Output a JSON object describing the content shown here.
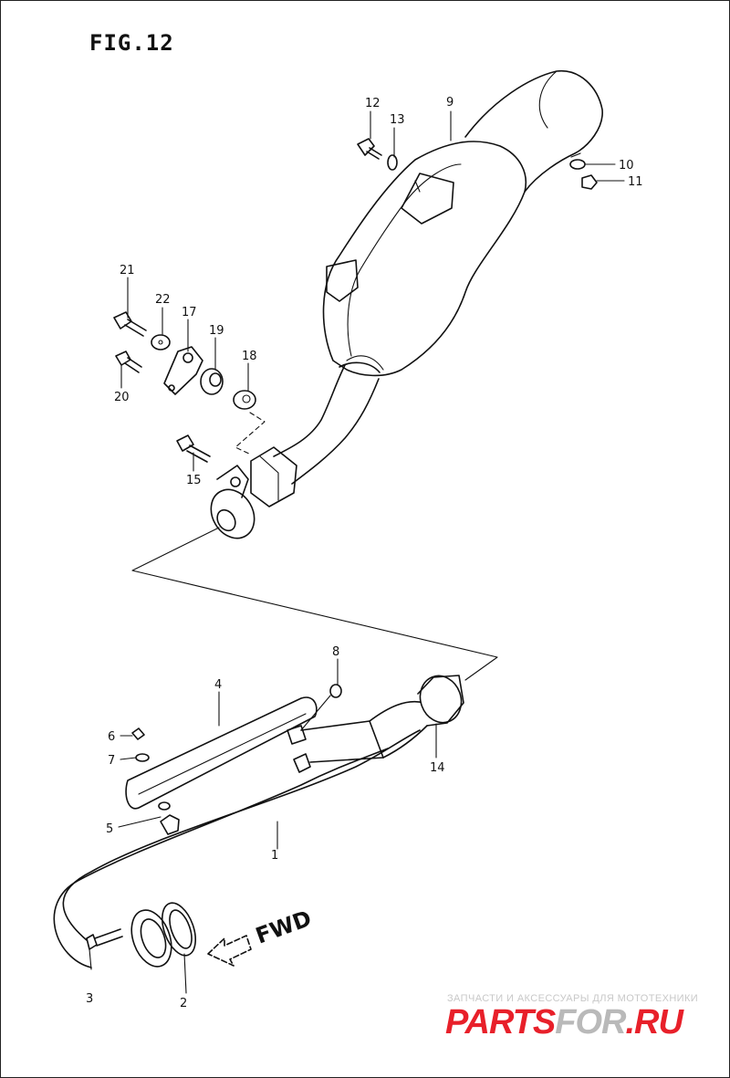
{
  "figure": {
    "title": "FIG.12"
  },
  "parts": {
    "p1": "1",
    "p2": "2",
    "p3": "3",
    "p4": "4",
    "p5": "5",
    "p6": "6",
    "p7": "7",
    "p8": "8",
    "p9": "9",
    "p10": "10",
    "p11": "11",
    "p12": "12",
    "p13": "13",
    "p14": "14",
    "p15": "15",
    "p17": "17",
    "p18": "18",
    "p19": "19",
    "p20": "20",
    "p21": "21",
    "p22": "22"
  },
  "direction": {
    "label": "FWD"
  },
  "watermark": {
    "caption": "ЗАПЧАСТИ И АКСЕССУАРЫ ДЛЯ МОТОТЕХНИКИ",
    "brand_part1": "PARTS",
    "brand_part2": "FOR",
    "brand_part3": ".RU",
    "color_red": "#e8202a",
    "color_grey": "#b9b9b9"
  }
}
